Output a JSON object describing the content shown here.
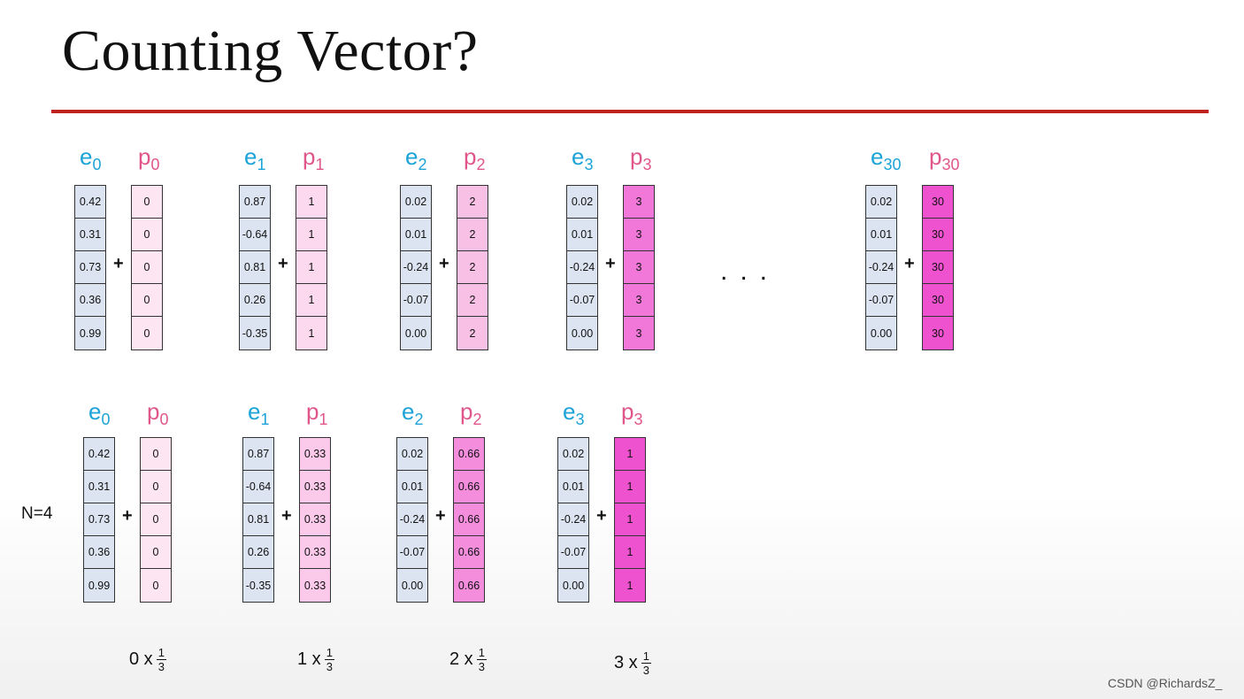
{
  "title": "Counting Vector?",
  "dots": "...",
  "n_label": "N=4",
  "watermark": "CSDN @RichardsZ_",
  "colors": {
    "rule": "#c0231e",
    "e_label": "#1ca3d8",
    "p_label": "#e0568a",
    "e_fill": "#dbe4f0"
  },
  "rows": [
    {
      "groups": [
        {
          "e": "e",
          "e_sub": "0",
          "p": "p",
          "p_sub": "0",
          "p_fill": "#fde6f1",
          "e_values": [
            "0.42",
            "0.31",
            "0.73",
            "0.36",
            "0.99"
          ],
          "p_values": [
            "0",
            "0",
            "0",
            "0",
            "0"
          ]
        },
        {
          "e": "e",
          "e_sub": "1",
          "p": "p",
          "p_sub": "1",
          "p_fill": "#fcd9ee",
          "e_values": [
            "0.87",
            "-0.64",
            "0.81",
            "0.26",
            "-0.35"
          ],
          "p_values": [
            "1",
            "1",
            "1",
            "1",
            "1"
          ]
        },
        {
          "e": "e",
          "e_sub": "2",
          "p": "p",
          "p_sub": "2",
          "p_fill": "#f9c0e6",
          "e_values": [
            "0.02",
            "0.01",
            "-0.24",
            "-0.07",
            "0.00"
          ],
          "p_values": [
            "2",
            "2",
            "2",
            "2",
            "2"
          ]
        },
        {
          "e": "e",
          "e_sub": "3",
          "p": "p",
          "p_sub": "3",
          "p_fill": "#f178d8",
          "e_values": [
            "0.02",
            "0.01",
            "-0.24",
            "-0.07",
            "0.00"
          ],
          "p_values": [
            "3",
            "3",
            "3",
            "3",
            "3"
          ]
        },
        {
          "e": "e",
          "e_sub": "30",
          "p": "p",
          "p_sub": "30",
          "p_fill": "#ee52cf",
          "e_values": [
            "0.02",
            "0.01",
            "-0.24",
            "-0.07",
            "0.00"
          ],
          "p_values": [
            "30",
            "30",
            "30",
            "30",
            "30"
          ]
        }
      ]
    },
    {
      "groups": [
        {
          "e": "e",
          "e_sub": "0",
          "p": "p",
          "p_sub": "0",
          "p_fill": "#fde6f1",
          "e_values": [
            "0.42",
            "0.31",
            "0.73",
            "0.36",
            "0.99"
          ],
          "p_values": [
            "0",
            "0",
            "0",
            "0",
            "0"
          ]
        },
        {
          "e": "e",
          "e_sub": "1",
          "p": "p",
          "p_sub": "1",
          "p_fill": "#fbcaea",
          "e_values": [
            "0.87",
            "-0.64",
            "0.81",
            "0.26",
            "-0.35"
          ],
          "p_values": [
            "0.33",
            "0.33",
            "0.33",
            "0.33",
            "0.33"
          ]
        },
        {
          "e": "e",
          "e_sub": "2",
          "p": "p",
          "p_sub": "2",
          "p_fill": "#f38ddc",
          "e_values": [
            "0.02",
            "0.01",
            "-0.24",
            "-0.07",
            "0.00"
          ],
          "p_values": [
            "0.66",
            "0.66",
            "0.66",
            "0.66",
            "0.66"
          ]
        },
        {
          "e": "e",
          "e_sub": "3",
          "p": "p",
          "p_sub": "3",
          "p_fill": "#ee52cf",
          "e_values": [
            "0.02",
            "0.01",
            "-0.24",
            "-0.07",
            "0.00"
          ],
          "p_values": [
            "1",
            "1",
            "1",
            "1",
            "1"
          ]
        }
      ]
    }
  ],
  "formulas": [
    {
      "prefix": "0 x",
      "num": "1",
      "den": "3"
    },
    {
      "prefix": "1 x",
      "num": "1",
      "den": "3"
    },
    {
      "prefix": "2 x",
      "num": "1",
      "den": "3"
    },
    {
      "prefix": "3 x",
      "num": "1",
      "den": "3"
    }
  ]
}
